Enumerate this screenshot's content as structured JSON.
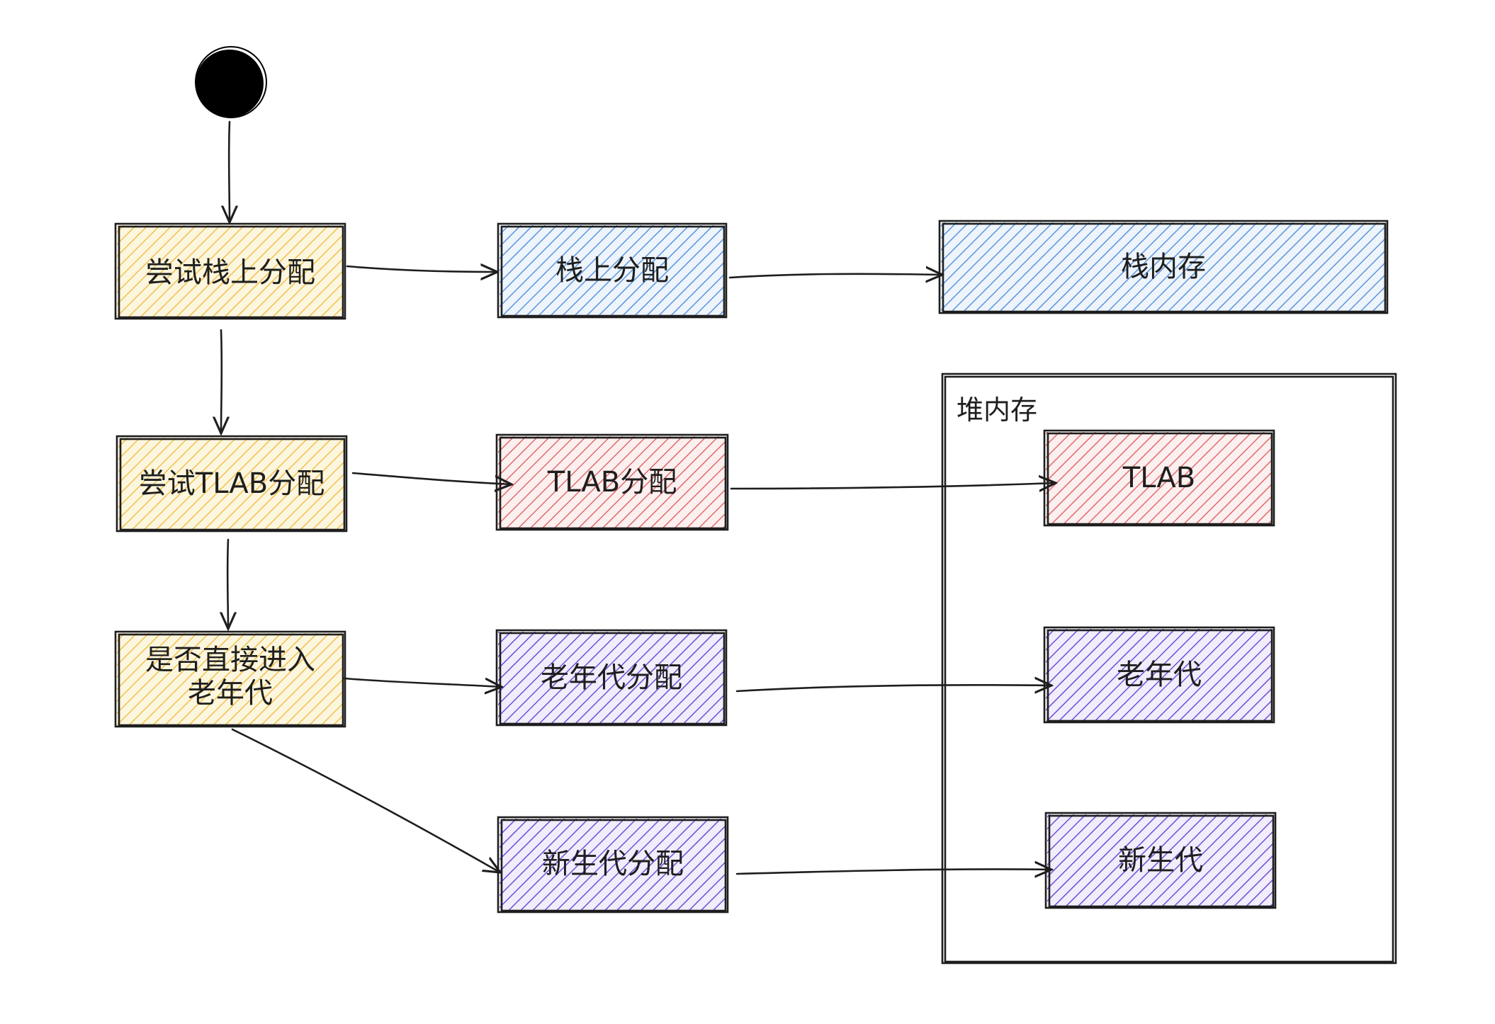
{
  "colors": {
    "yellow": "#f0c14b",
    "blue": "#5b95db",
    "red": "#e06c6c",
    "purple": "#6f4fd6",
    "ink": "#1e1e1e"
  },
  "nodes": {
    "try_stack": "尝试栈上分配",
    "try_tlab": "尝试TLAB分配",
    "direct_old_line1": "是否直接进入",
    "direct_old_line2": "老年代",
    "stack_alloc": "栈上分配",
    "stack_memory": "栈内存",
    "tlab_alloc": "TLAB分配",
    "old_alloc": "老年代分配",
    "young_alloc": "新生代分配",
    "heap_tlab": "TLAB",
    "heap_old": "老年代",
    "heap_young": "新生代"
  },
  "heap_memory": {
    "label": "堆内存"
  }
}
